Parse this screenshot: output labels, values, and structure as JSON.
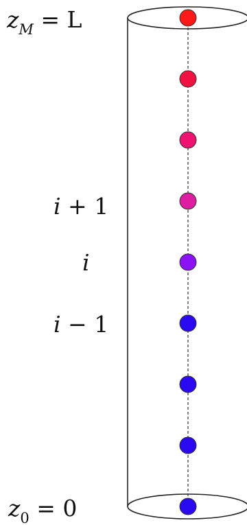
{
  "labels": {
    "top": {
      "var": "z",
      "sub": "M",
      "rest": " = L"
    },
    "i_plus": {
      "var": "i",
      "rest": " + 1"
    },
    "i": {
      "var": "i"
    },
    "i_minus": {
      "var": "i",
      "rest": " − 1"
    },
    "bottom": {
      "var": "z",
      "sub": "0",
      "rest": " = 0"
    }
  },
  "colors": {
    "cylinder_stroke": "#222222",
    "axis": "#333333",
    "nodes": [
      "#ff1a1a",
      "#f01240",
      "#ee1370",
      "#dd1ea0",
      "#8a12f5",
      "#2a08f0",
      "#2a08f0",
      "#2a08f0",
      "#2a08f0"
    ]
  },
  "node_count": 9
}
